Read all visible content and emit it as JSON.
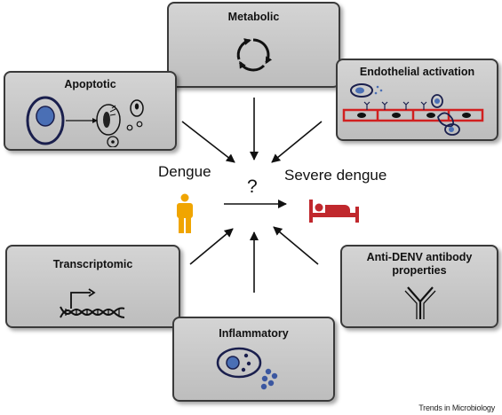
{
  "panels": {
    "metabolic": "Metabolic",
    "apoptotic": "Apoptotic",
    "endothelial": "Endothelial activation",
    "transcriptomic": "Transcriptomic",
    "antibody_line1": "Anti-DENV antibody",
    "antibody_line2": "properties",
    "inflammatory": "Inflammatory"
  },
  "center": {
    "left_label": "Dengue",
    "right_label": "Severe dengue",
    "question": "?"
  },
  "footer": "Trends in Microbiology",
  "colors": {
    "panel_fill": "#c8c8c8",
    "navy": "#1a1f4d",
    "cell_blue": "#4a6fb5",
    "person_orange": "#f0a500",
    "bed_red": "#c0282d",
    "endothelium_red": "#d12020"
  },
  "icons": {
    "metabolic": "recycle-arrows-icon",
    "apoptotic": "apoptotic-cell-icon",
    "endothelial": "endothelium-icon",
    "transcriptomic": "dna-transcription-icon",
    "antibody": "antibody-y-icon",
    "inflammatory": "inflammatory-cell-icon",
    "person": "person-icon",
    "bed": "hospital-bed-icon"
  }
}
